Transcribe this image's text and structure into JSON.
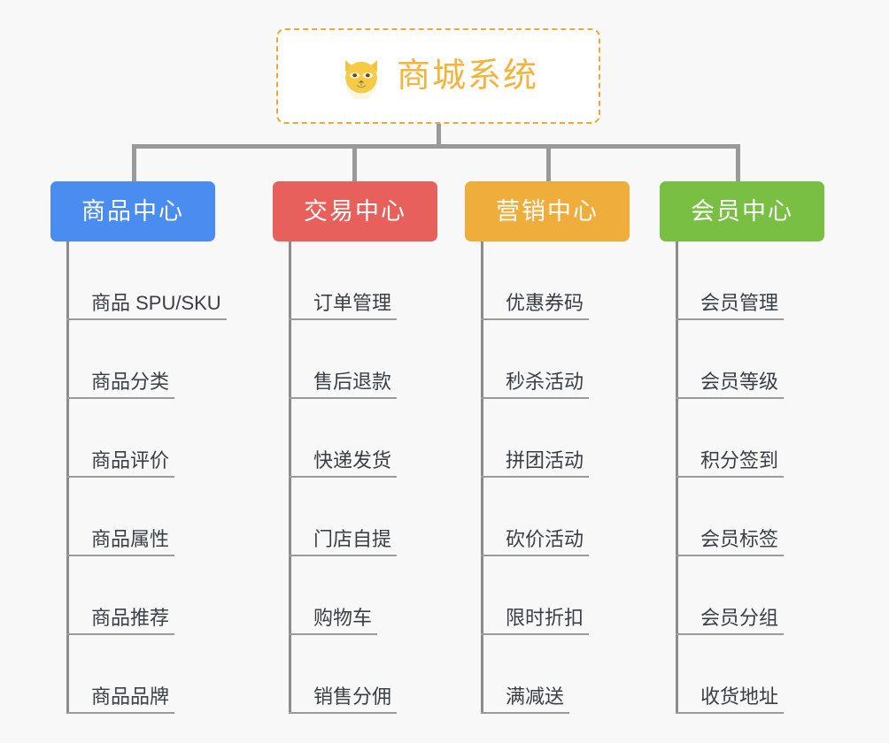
{
  "page": {
    "background_color": "#f8f8f8",
    "connector_color": "#999999",
    "spine_color": "#8c8c8c",
    "underline_color": "#9a9a9a"
  },
  "root": {
    "title": "商城系统",
    "icon": "shiba-dog-face-icon",
    "text_color": "#f2b43c",
    "border_color": "#eaa93c",
    "background_color": "#ffffff"
  },
  "columns": [
    {
      "id": "product-center",
      "label": "商品中心",
      "color": "#4a8cf0",
      "items": [
        "商品 SPU/SKU",
        "商品分类",
        "商品评价",
        "商品属性",
        "商品推荐",
        "商品品牌"
      ]
    },
    {
      "id": "trade-center",
      "label": "交易中心",
      "color": "#e8605b",
      "items": [
        "订单管理",
        "售后退款",
        "快递发货",
        "门店自提",
        "购物车",
        "销售分佣"
      ]
    },
    {
      "id": "marketing-center",
      "label": "营销中心",
      "color": "#efad3c",
      "items": [
        "优惠券码",
        "秒杀活动",
        "拼团活动",
        "砍价活动",
        "限时折扣",
        "满减送"
      ]
    },
    {
      "id": "member-center",
      "label": "会员中心",
      "color": "#79bf43",
      "items": [
        "会员管理",
        "会员等级",
        "积分签到",
        "会员标签",
        "会员分组",
        "收货地址"
      ]
    }
  ]
}
